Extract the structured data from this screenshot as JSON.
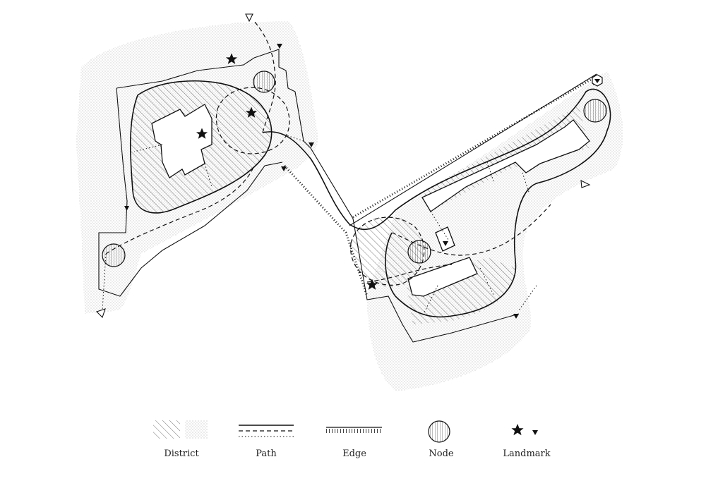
{
  "legend": {
    "items": [
      {
        "key": "district",
        "label": "District"
      },
      {
        "key": "path",
        "label": "Path"
      },
      {
        "key": "edge",
        "label": "Edge"
      },
      {
        "key": "node",
        "label": "Node"
      },
      {
        "key": "landmark",
        "label": "Landmark"
      }
    ]
  },
  "colors": {
    "ink": "#111111",
    "dot": "#9a9a9a",
    "hatch": "#555555"
  }
}
